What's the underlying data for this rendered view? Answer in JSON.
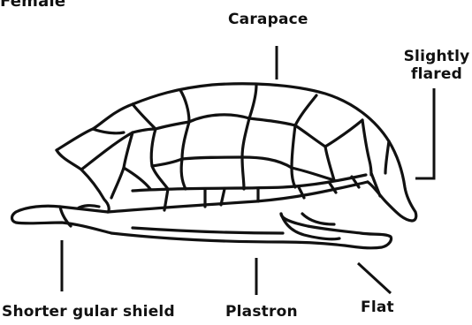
{
  "diagram": {
    "title": "Female",
    "labels": {
      "carapace": "Carapace",
      "flared": "Slightly flared",
      "gular": "Shorter gular shield",
      "plastron": "Plastron",
      "flat": "Flat"
    },
    "colors": {
      "ink": "#111111",
      "background": "#ffffff"
    }
  }
}
